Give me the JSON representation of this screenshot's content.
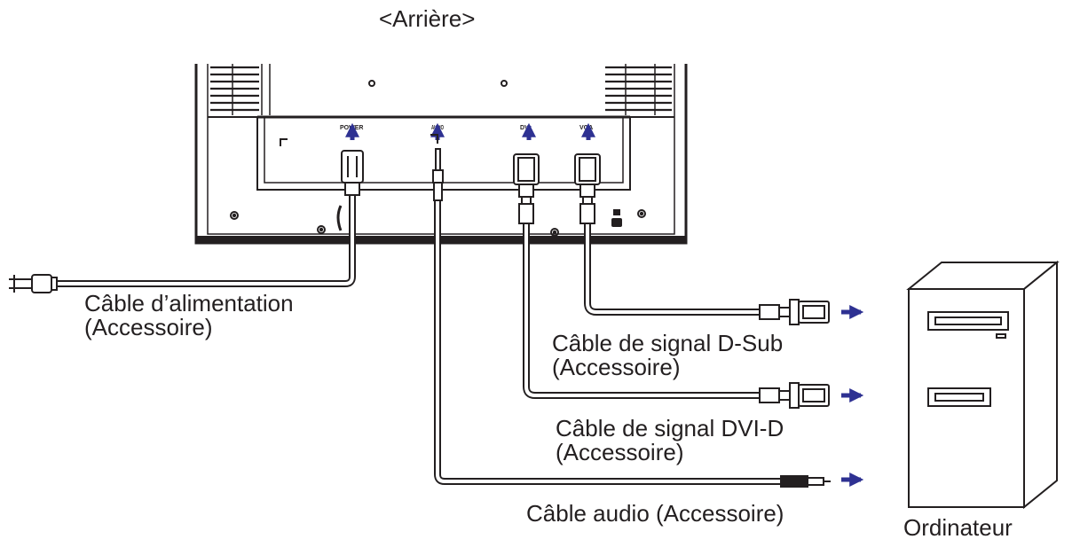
{
  "diagram": {
    "view_title": "<Arrière>",
    "ports": {
      "power": "POWER",
      "audio": "AUDIO",
      "dvi": "DVI",
      "vga": "VGA"
    },
    "cables": {
      "power": {
        "name": "Câble d’alimentation",
        "note": "(Accessoire)"
      },
      "dsub": {
        "name": "Câble de signal D-Sub",
        "note": "(Accessoire)"
      },
      "dvi": {
        "name": "Câble de signal DVI-D",
        "note": "(Accessoire)"
      },
      "audio": {
        "name": "Câble audio (Accessoire)"
      }
    },
    "computer_label": "Ordinateur",
    "colors": {
      "line": "#231f20",
      "arrow": "#2e3192",
      "connector_fill": "#ffffff"
    }
  }
}
